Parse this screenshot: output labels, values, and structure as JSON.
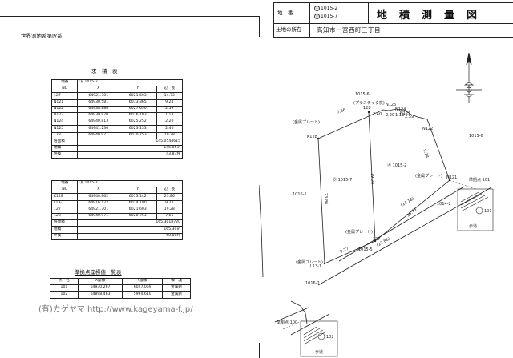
{
  "header": {
    "label_chiban": "地　番",
    "chiban_a": "1015-2",
    "chiban_b": "1015-7",
    "circle_a": "Ⓐ",
    "circle_b": "Ⓑ",
    "title": "地　積　測　量　図",
    "label_shozai": "土地の所在",
    "shozai": "高知市一宮西町三丁目"
  },
  "coord_system": "世界測地系第Ⅳ系",
  "calc_table": {
    "title": "求　積　表",
    "sections": [
      {
        "chiban_label": "地番",
        "chiban": "Ⓐ 1015-2",
        "headers": [
          "NO",
          "X",
          "Y",
          "辺　長"
        ],
        "rows": [
          [
            "127",
            "64921.701",
            "6021.603",
            "14.73"
          ],
          [
            "N121",
            "64930.581",
            "6033.365",
            "9.24"
          ],
          [
            "N122",
            "64938.886",
            "6027.650",
            "2.59"
          ],
          [
            "N123",
            "64939.970",
            "6026.193",
            "1.13"
          ],
          [
            "N124",
            "64940.813",
            "6025.252",
            "2.20"
          ],
          [
            "N125",
            "64941.236",
            "6023.133",
            "2.40"
          ],
          [
            "128",
            "64940.971",
            "6020.753",
            "19.28"
          ]
        ],
        "totals": [
          [
            "倍面積",
            "145.0544615"
          ],
          [
            "地積",
            "145.05㎡"
          ],
          [
            "坪換",
            "43.87坪"
          ]
        ]
      },
      {
        "chiban_label": "地番",
        "chiban": "Ⓑ 1015-7",
        "headers": [
          "NO",
          "X",
          "Y",
          "辺　長"
        ],
        "rows": [
          [
            "K128",
            "64940.862",
            "6013.142",
            "23.86"
          ],
          [
            "L13-1",
            "64916.122",
            "6014.190",
            "9.27"
          ],
          [
            "127",
            "64921.701",
            "6021.603",
            "19.28"
          ],
          [
            "128",
            "64940.971",
            "6020.753",
            "7.66"
          ]
        ],
        "totals": [
          [
            "倍面積",
            "165.3018720"
          ],
          [
            "地積",
            "165.30㎡"
          ],
          [
            "坪換",
            "50.00坪"
          ]
        ]
      }
    ]
  },
  "benchmark_table": {
    "title": "準拠点座標値一覧表",
    "headers": [
      "点　名",
      "X座標",
      "Y座標",
      "標　識"
    ],
    "rows": [
      [
        "101",
        "64930.267",
        "6027.069",
        "金属鋲"
      ],
      [
        "102",
        "64898.463",
        "5994.610",
        "金属鋲"
      ]
    ]
  },
  "watermark": "(有)カゲヤマ  http://www.kageyama-f.jp/",
  "map": {
    "lot_labels": [
      "1015-6",
      "1015-6",
      "Ⓑ 1015-7",
      "Ⓐ 1015-2",
      "1016-1",
      "1014-2",
      "1015-5",
      "1016-2"
    ],
    "point_labels": [
      "K128",
      "(金属プレート)",
      "(プラスチック杭)",
      "128",
      "N125",
      "N124",
      "N123",
      "N122",
      "N121",
      "127",
      "L13-1",
      "(金属プレート)",
      "(金属プレート)",
      "(金属プレート)"
    ],
    "dims": [
      "7.66",
      "2.40",
      "2.20",
      "1.13",
      "2.59",
      "9.24",
      "19.28",
      "23.86",
      "14.73",
      "9.27",
      "(23.86)",
      "(14.18)"
    ],
    "ref_101": "準拠点 101",
    "ref_102": "準拠点 100",
    "sidewalk": "歩道",
    "bench_101": "101",
    "bench_102": "102"
  }
}
